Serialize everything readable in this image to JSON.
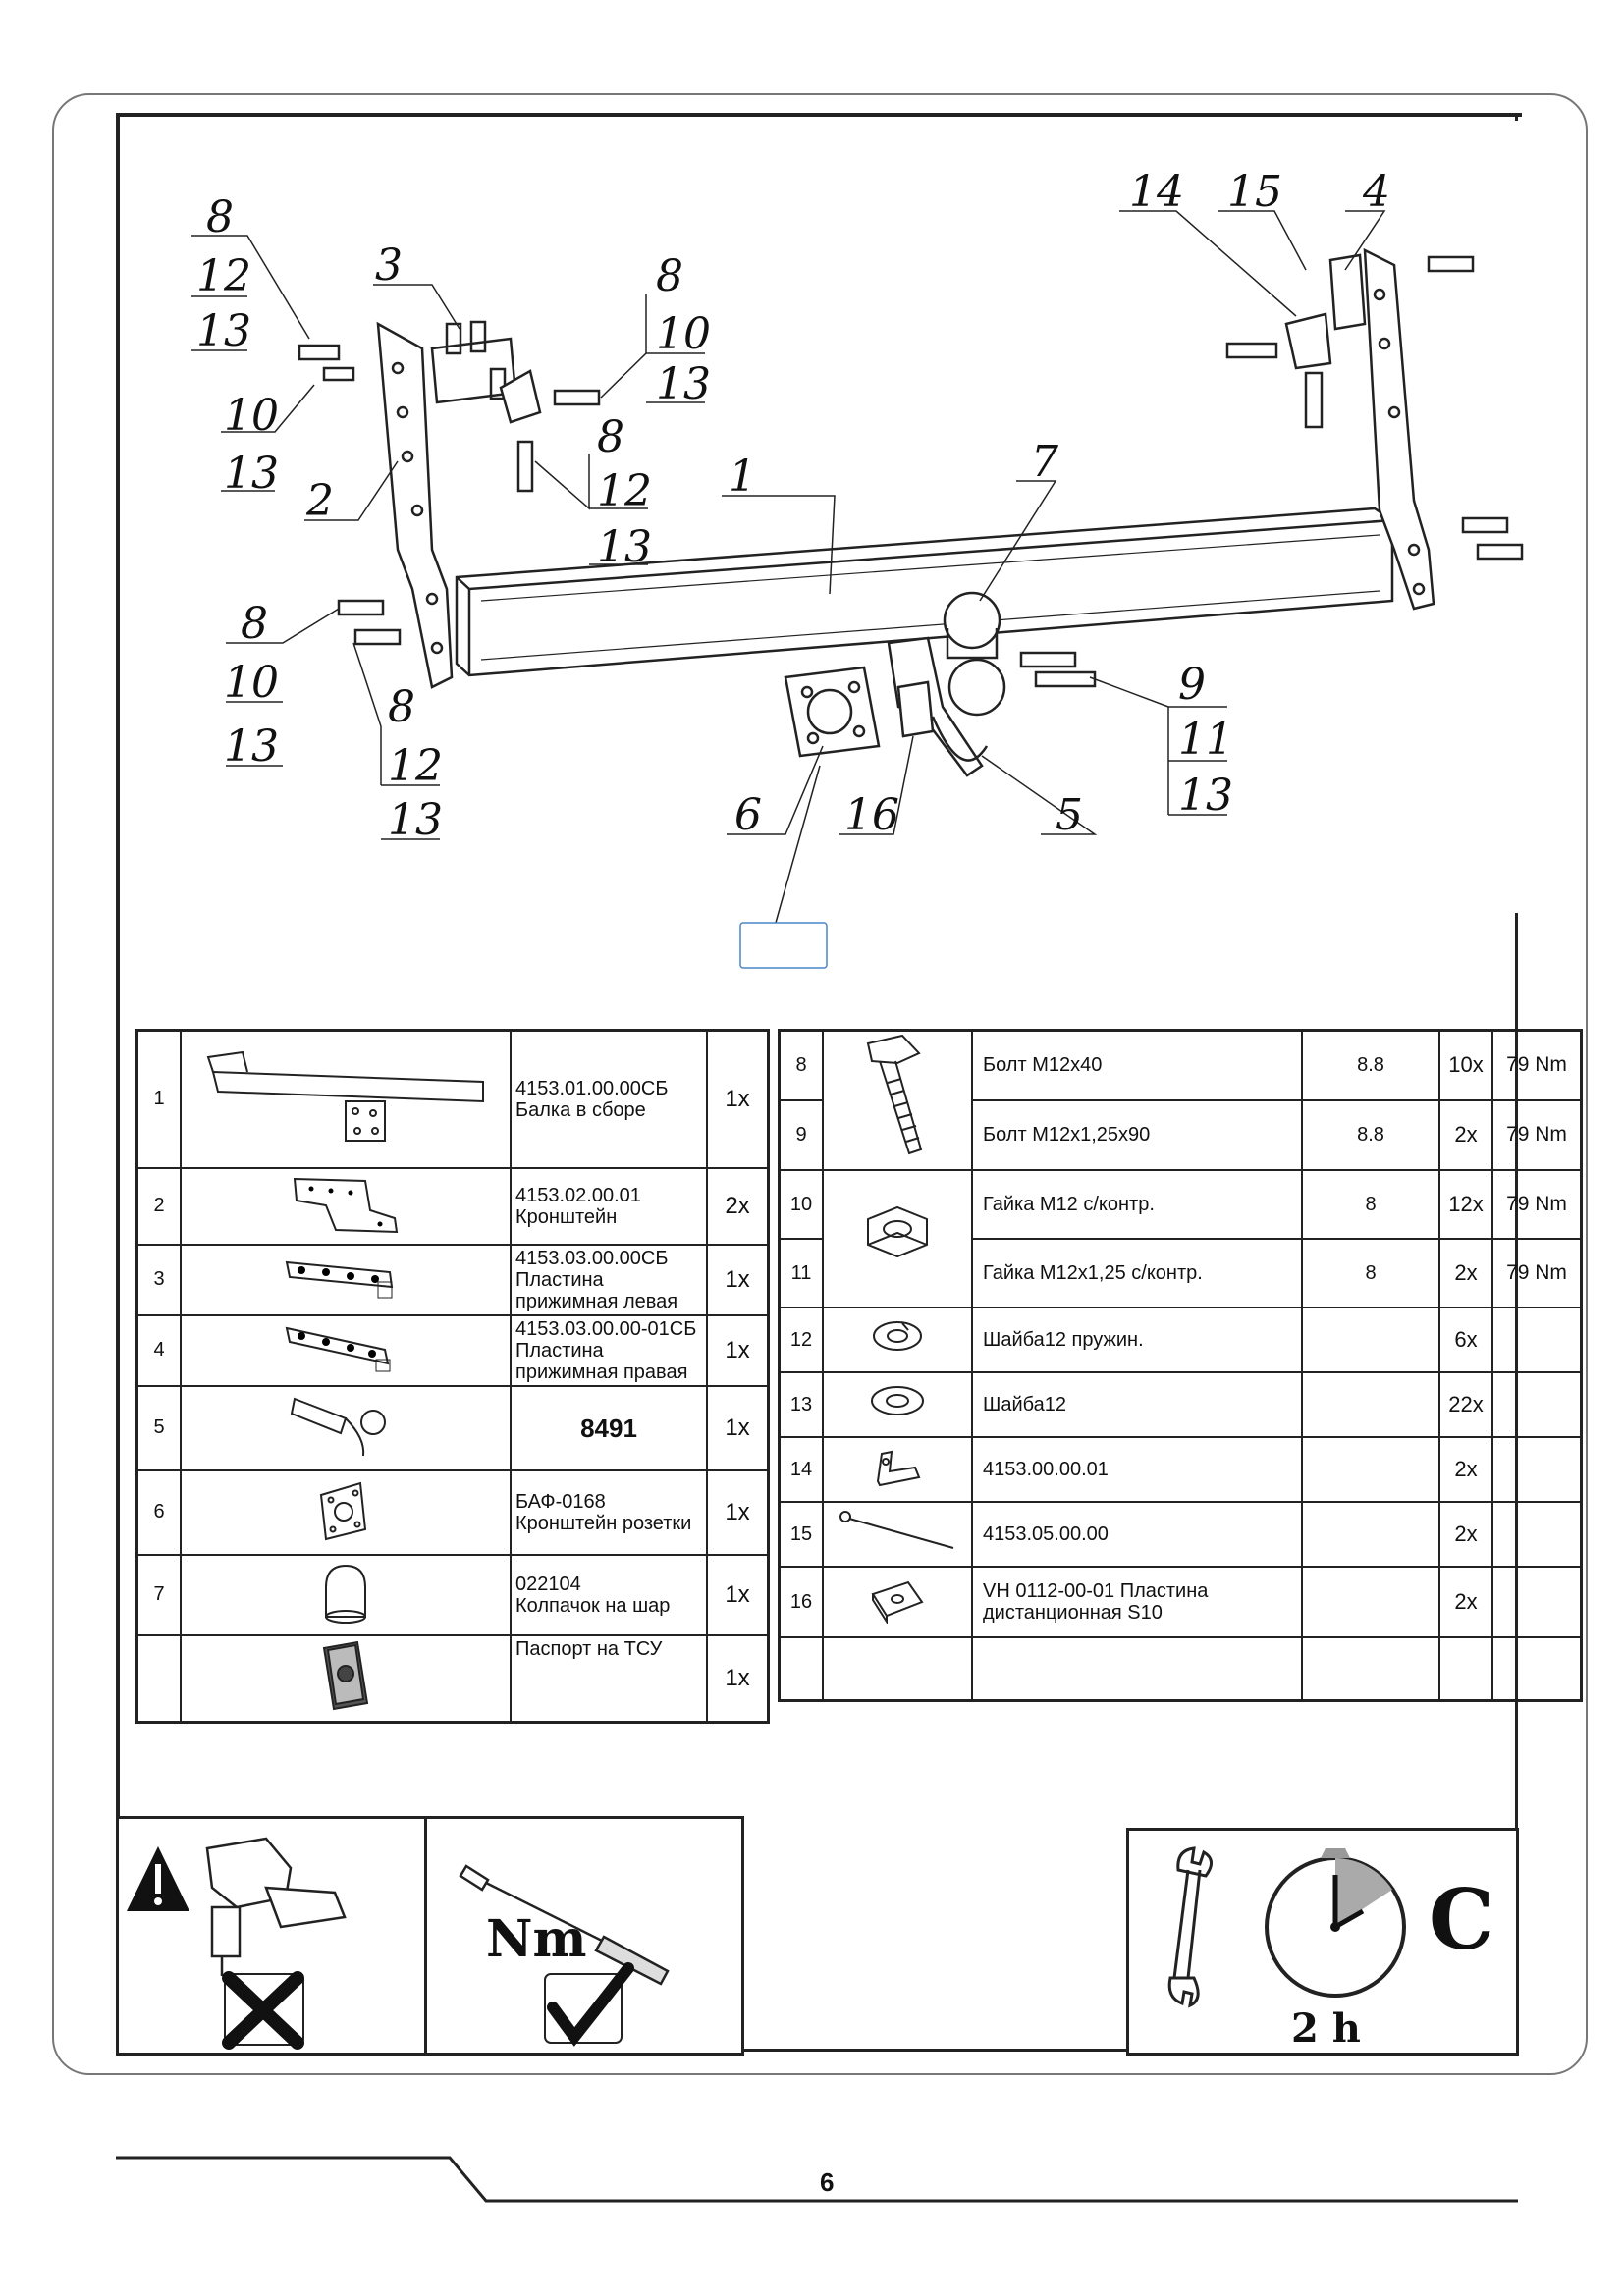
{
  "callouts": {
    "c8a": "8",
    "c12a": "12",
    "c13a": "13",
    "c10a": "10",
    "c13b": "13",
    "c2": "2",
    "c3": "3",
    "c8b": "8",
    "c10b": "10",
    "c13c": "13",
    "c8c": "8",
    "c12b": "12",
    "c13d": "13",
    "c1": "1",
    "c7": "7",
    "c14": "14",
    "c15": "15",
    "c4": "4",
    "c8d": "8",
    "c10c": "10",
    "c13e": "13",
    "c8e": "8",
    "c12c": "12",
    "c13f": "13",
    "c9": "9",
    "c11": "11",
    "c13g": "13",
    "c6": "6",
    "c16": "16",
    "c5": "5"
  },
  "left_table": [
    {
      "num": "1",
      "code": "4153.01.00.00СБ",
      "name": "Балка в сборе",
      "qty": "1x",
      "icon": "beam-icon"
    },
    {
      "num": "2",
      "code": "4153.02.00.01",
      "name": "Кронштейн",
      "qty": "2x",
      "icon": "bracket-icon"
    },
    {
      "num": "3",
      "code": "4153.03.00.00СБ",
      "name": "Пластина прижимная левая",
      "qty": "1x",
      "icon": "plate-left-icon"
    },
    {
      "num": "4",
      "code": "4153.03.00.00-01СБ",
      "name": "Пластина прижимная правая",
      "qty": "1x",
      "icon": "plate-right-icon"
    },
    {
      "num": "5",
      "code": "",
      "name": "8491",
      "qty": "1x",
      "icon": "towball-icon"
    },
    {
      "num": "6",
      "code": "БАФ-0168",
      "name": "Кронштейн розетки",
      "qty": "1x",
      "icon": "socket-bracket-icon"
    },
    {
      "num": "7",
      "code": "022104",
      "name": "Колпачок на шар",
      "qty": "1x",
      "icon": "ball-cap-icon"
    },
    {
      "num": "",
      "code": "",
      "name": "Паспорт на ТСУ",
      "qty": "1x",
      "icon": "passport-icon"
    }
  ],
  "right_table": [
    {
      "num": "8",
      "name": "Болт М12х40",
      "cls": "8.8",
      "qty": "10x",
      "torque": "79 Nm"
    },
    {
      "num": "9",
      "name": "Болт М12х1,25х90",
      "cls": "8.8",
      "qty": "2x",
      "torque": "79 Nm"
    },
    {
      "num": "10",
      "name": "Гайка М12 с/контр.",
      "cls": "8",
      "qty": "12x",
      "torque": "79 Nm"
    },
    {
      "num": "11",
      "name": "Гайка М12х1,25 с/контр.",
      "cls": "8",
      "qty": "2x",
      "torque": "79 Nm"
    },
    {
      "num": "12",
      "name": "Шайба12 пружин.",
      "cls": "",
      "qty": "6x",
      "torque": ""
    },
    {
      "num": "13",
      "name": "Шайба12",
      "cls": "",
      "qty": "22x",
      "torque": ""
    },
    {
      "num": "14",
      "name": "4153.00.00.01",
      "cls": "",
      "qty": "2x",
      "torque": ""
    },
    {
      "num": "15",
      "name": "4153.05.00.00",
      "cls": "",
      "qty": "2x",
      "torque": ""
    },
    {
      "num": "16",
      "name": "VH 0112-00-01 Пластина дистанционная S10",
      "cls": "",
      "qty": "2x",
      "torque": ""
    },
    {
      "num": "",
      "name": "",
      "cls": "",
      "qty": "",
      "torque": ""
    }
  ],
  "panels": {
    "torque_label": "Nm",
    "time_label": "2 h",
    "grade_label": "C"
  },
  "page_number": "6"
}
